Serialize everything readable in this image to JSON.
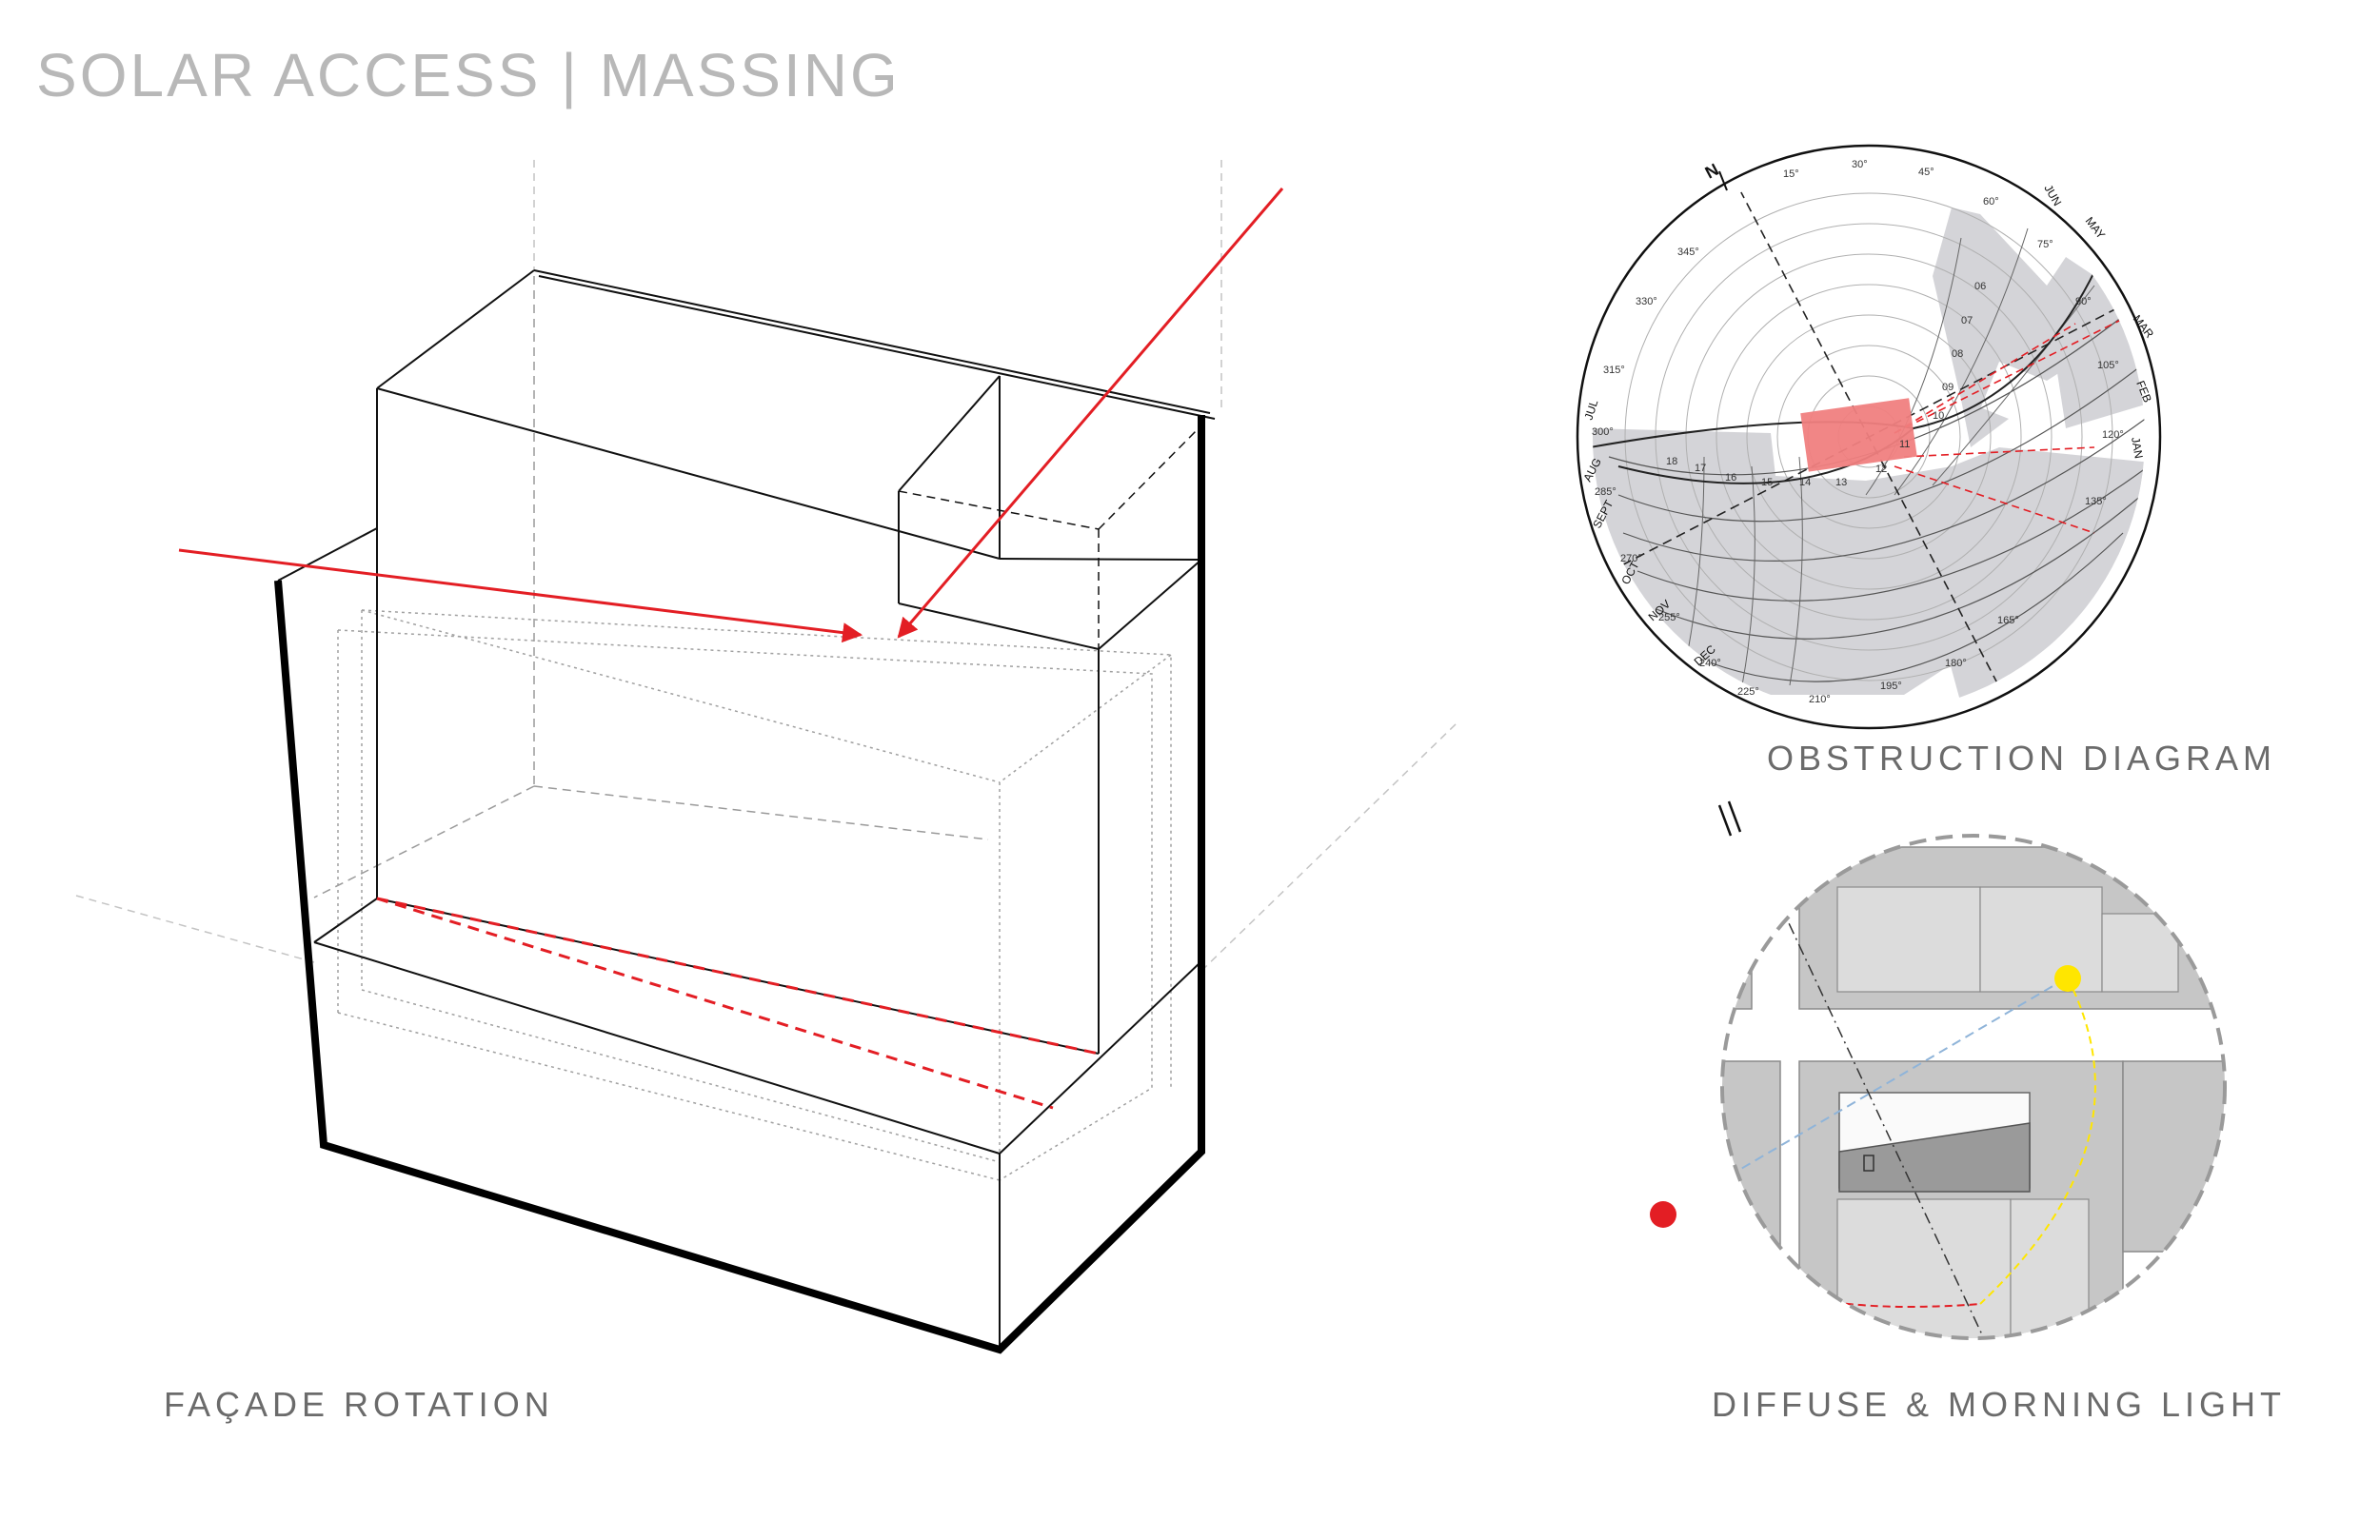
{
  "title": "SOLAR ACCESS | MASSING",
  "captions": {
    "facade": "FAÇADE ROTATION",
    "obstruction": "OBSTRUCTION DIAGRAM",
    "diffuse": "DIFFUSE & MORNING LIGHT"
  },
  "obstruction_diagram": {
    "north_label": "N",
    "azimuth_labels": [
      "15°",
      "30°",
      "45°",
      "60°",
      "75°",
      "90°",
      "105°",
      "120°",
      "135°",
      "165°",
      "180°",
      "195°",
      "210°",
      "225°",
      "240°",
      "255°",
      "270°",
      "285°",
      "300°",
      "315°",
      "330°",
      "345°"
    ],
    "months": [
      "JUN",
      "MAY",
      "MAR",
      "FEB",
      "JAN",
      "JUL",
      "AUG",
      "SEPT",
      "OCT",
      "NOV",
      "DEC"
    ],
    "hour_labels": [
      "06",
      "07",
      "08",
      "09",
      "10",
      "11",
      "12",
      "13",
      "14",
      "15",
      "16",
      "17",
      "18"
    ]
  },
  "colors": {
    "title": "#b8b8b8",
    "caption": "#6b6b6b",
    "sun_ray": "#e31e24",
    "obstruction_fill": "#d4d4d8",
    "building_highlight": "#f08080",
    "morning_sun": "#ffe600",
    "sunset_point": "#e31e24",
    "sightline": "#8fb4d9"
  }
}
